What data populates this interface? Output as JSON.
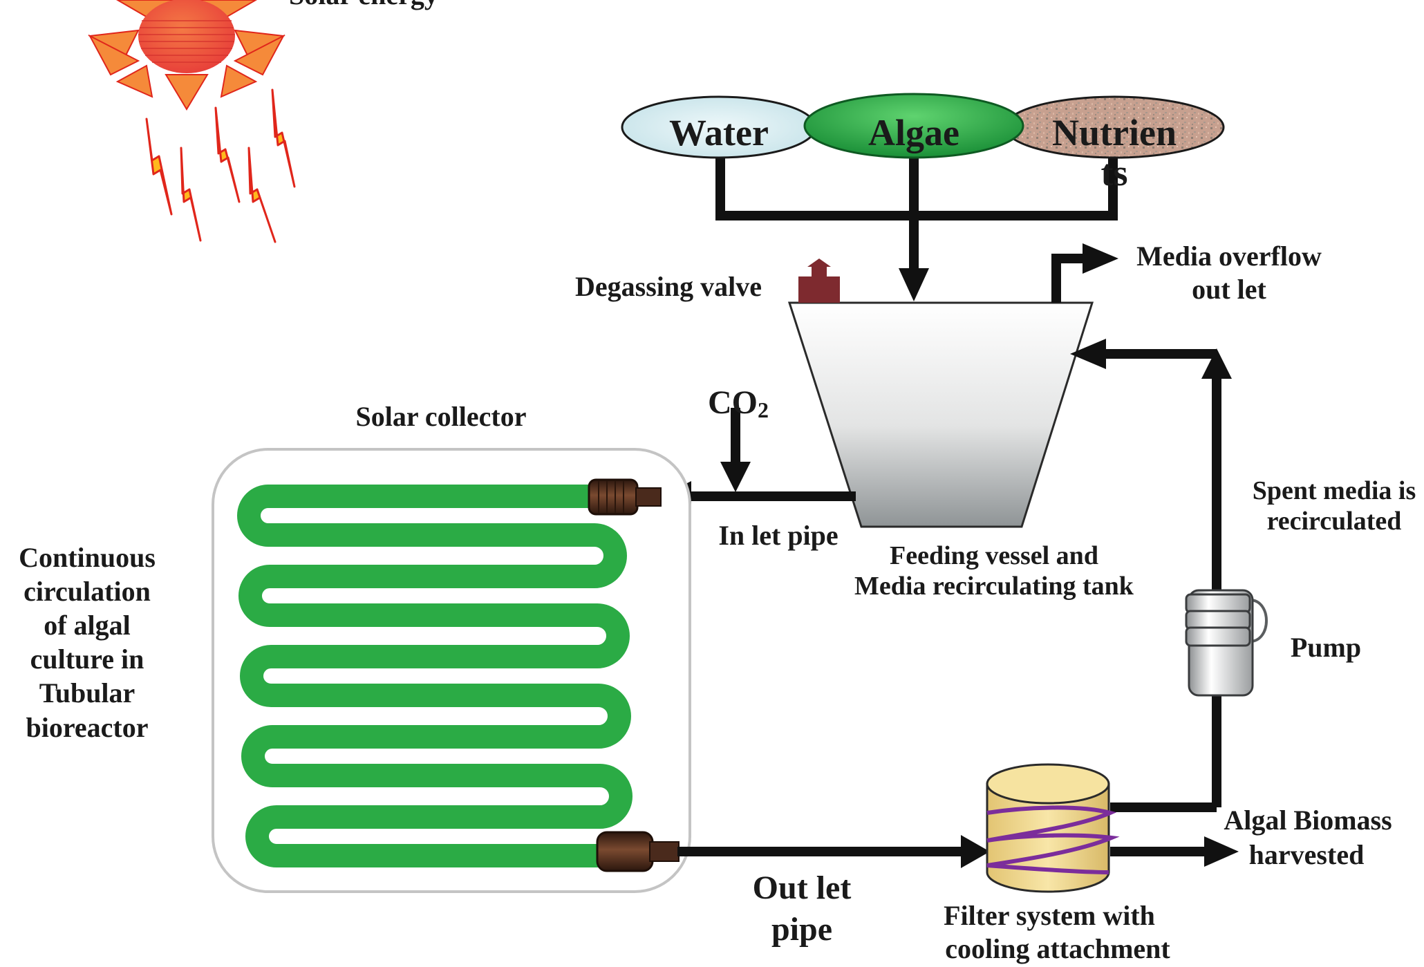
{
  "labels": {
    "solar_energy": "Solar energy",
    "water": "Water",
    "algae": "Algae",
    "nutrients_line1": "Nutrien",
    "nutrients_line2": "ts",
    "degassing_valve": "Degassing valve",
    "media_overflow_line1": "Media overflow",
    "media_overflow_line2": "out let",
    "co2_main": "CO",
    "co2_sub": "2",
    "solar_collector": "Solar collector",
    "in_let_pipe": "In let pipe",
    "feeding_vessel_line1": "Feeding vessel and",
    "feeding_vessel_line2": "Media recirculating tank",
    "spent_media_line1": "Spent media is",
    "spent_media_line2": "recirculated",
    "pump": "Pump",
    "continuous_line1": "Continuous",
    "continuous_line2": "circulation",
    "continuous_line3": "of algal",
    "continuous_line4": "culture in",
    "continuous_line5": "Tubular",
    "continuous_line6": "bioreactor",
    "algal_biomass_line1": "Algal Biomass",
    "algal_biomass_line2": "harvested",
    "out_let_pipe_line1": "Out let",
    "out_let_pipe_line2": "pipe",
    "filter_line1": "Filter system with",
    "filter_line2": "cooling attachment"
  },
  "colors": {
    "sun_red": "#e8413a",
    "sun_orange": "#f58a3a",
    "bolt_yellow": "#ffb81c",
    "bolt_outline": "#e0261b",
    "water_fill": "#d5ecef",
    "algae_green": "#1e9e3c",
    "nutrient_fill": "#c9a190",
    "pipe_black": "#111111",
    "tube_green": "#2bab45",
    "valve_maroon": "#7e2a2f",
    "coupler_brown": "#4a2a1c",
    "filter_tan": "#ecd38a",
    "coil_purple": "#7b2d9b",
    "tank_gray": "#9ea2a4"
  }
}
